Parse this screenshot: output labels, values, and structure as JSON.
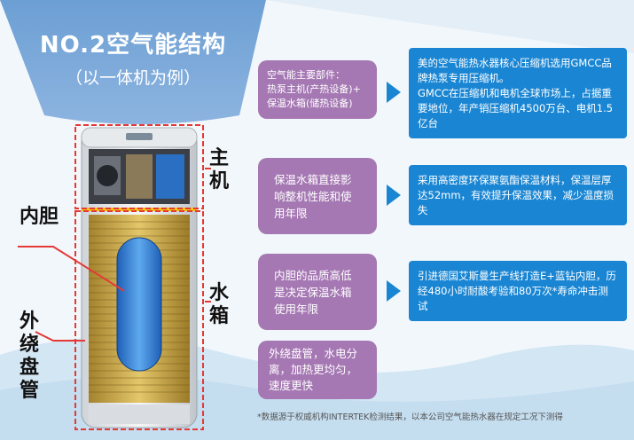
{
  "header": {
    "title": "NO.2空气能结构",
    "subtitle": "（以一体机为例）"
  },
  "labels": {
    "main_unit": "主\n机",
    "water_tank": "水\n箱",
    "inner_tank": "内胆",
    "coil": "外绕盘管"
  },
  "features": [
    {
      "card": "空气能主要部件：\n热泵主机(产热设备)+\n保温水箱(储热设备)",
      "info": "美的空气能热水器核心压缩机选用GMCC品牌热泵专用压缩机。\nGMCC在压缩机和电机全球市场上，占据重要地位，年产销压缩机4500万台、电机1.5亿台"
    },
    {
      "card": "保温水箱直接影响整机性能和使用年限",
      "info": "采用高密度环保聚氨酯保温材料，保温层厚达52mm，有效提升保温效果，减少温度损失"
    },
    {
      "card": "内胆的品质高低是决定保温水箱使用年限",
      "info": "引进德国艾斯曼生产线打造E+蓝钻内胆，历经480小时耐酸考验和80万次*寿命冲击测试"
    },
    {
      "card": "外绕盘管，水电分离，加热更均匀，速度更快",
      "info": ""
    }
  ],
  "footnote": "*数据源于权威机构INTERTEK检测结果，以本公司空气能热水器在规定工况下测得",
  "colors": {
    "accent_blue": "#1a86d3",
    "card_purple": "#a578b3",
    "callout_red": "#e53935"
  }
}
